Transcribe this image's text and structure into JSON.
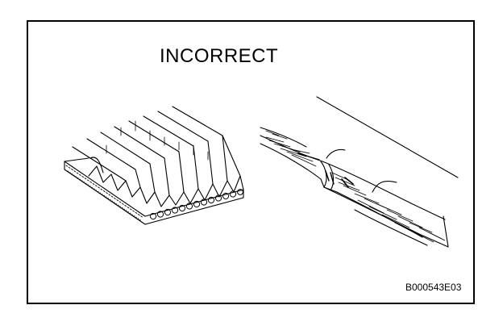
{
  "figure": {
    "title": "INCORRECT",
    "code": "B000543E03",
    "ink_color": "#000000",
    "background_color": "#ffffff",
    "illustrations": [
      "ribbed-belt-illustration",
      "belt-installed-illustration"
    ]
  }
}
